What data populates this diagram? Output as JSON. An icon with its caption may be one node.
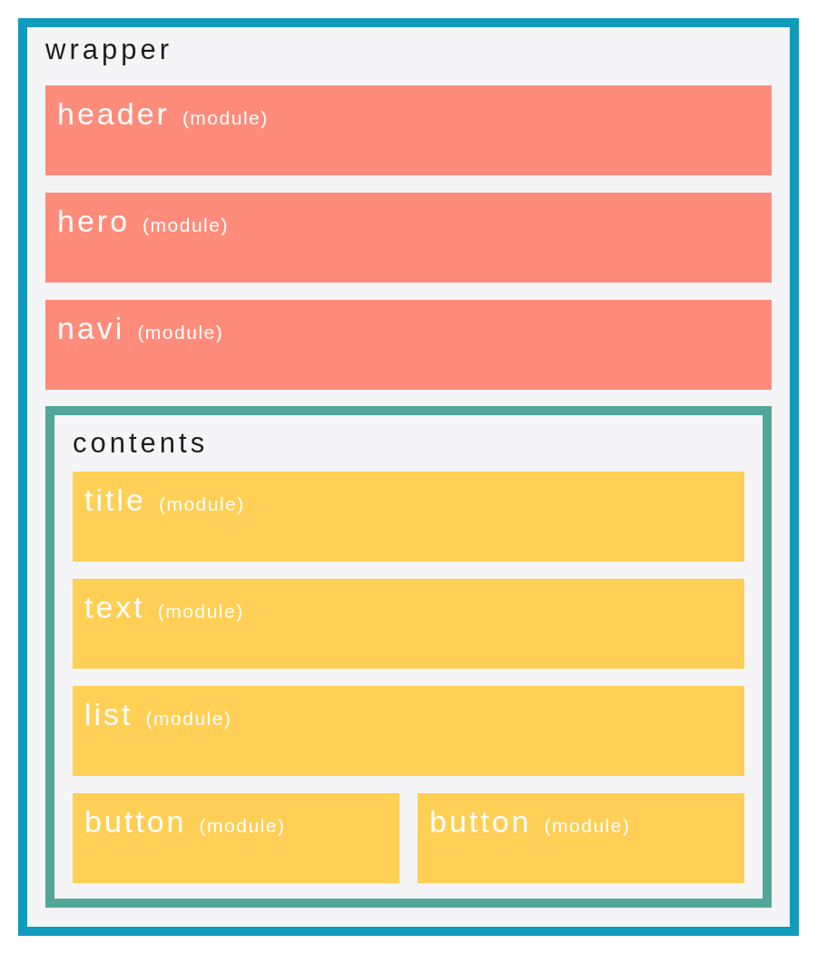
{
  "diagram": {
    "nodes": [
      {
        "text": [
          "wrapper"
        ]
      },
      {
        "text": [
          "header",
          "(module)"
        ],
        "in": 0
      },
      {
        "text": [
          "hero",
          "(module)"
        ],
        "in": 0
      },
      {
        "text": [
          "navi",
          "(module)"
        ],
        "in": 0
      },
      {
        "text": [
          "contents"
        ],
        "in": 0
      },
      {
        "text": [
          "title",
          "(module)"
        ],
        "in": 4
      },
      {
        "text": [
          "text",
          "(module)"
        ],
        "in": 4
      },
      {
        "text": [
          "list",
          "(module)"
        ],
        "in": 4
      },
      {
        "text": [
          "button",
          "(module)"
        ],
        "in": 4
      },
      {
        "text": [
          "button",
          "(module)"
        ],
        "in": 4
      }
    ]
  }
}
